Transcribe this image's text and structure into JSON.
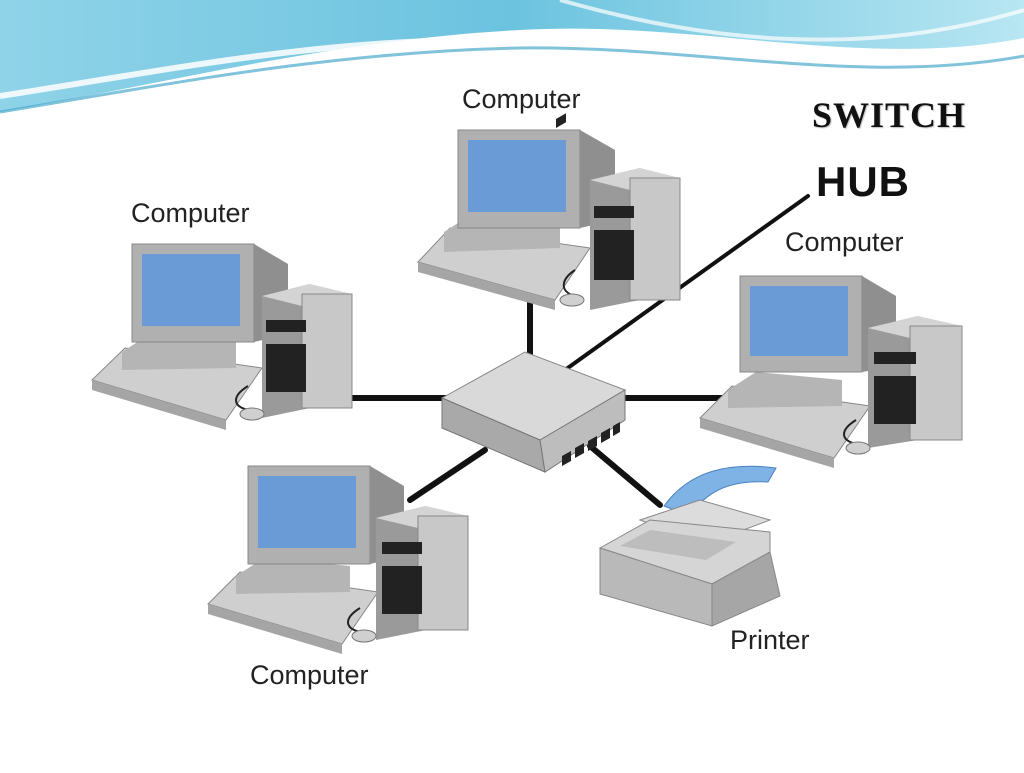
{
  "title": "SWITCH",
  "hub_label": "HUB",
  "labels": {
    "computer_top": "Computer",
    "computer_left": "Computer",
    "computer_right": "Computer",
    "computer_bottom": "Computer",
    "printer": "Printer"
  },
  "colors": {
    "screen": "#6a9bd6",
    "case": "#c9c9c9",
    "case_dark": "#9a9a9a",
    "cable": "#111111",
    "wave_light": "#a8dcec",
    "wave_mid": "#5fb9d6",
    "paper": "#7fb3e6"
  }
}
